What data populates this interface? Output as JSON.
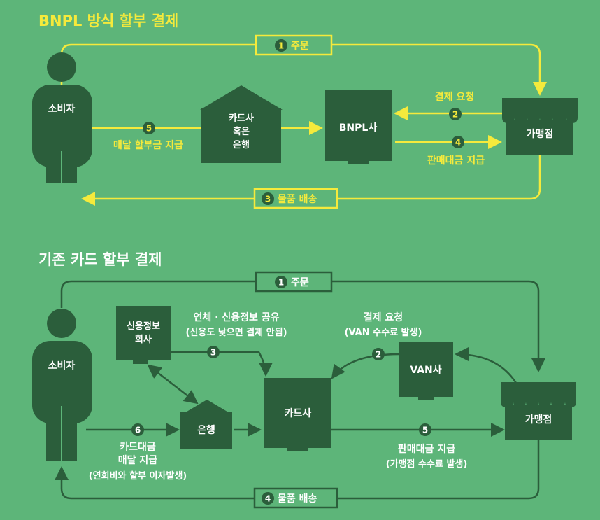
{
  "colors": {
    "background": "#5db579",
    "node_fill": "#2b5e3b",
    "line_bnpl": "#f5ea3c",
    "line_card": "#2b5e3b",
    "title": "#f5ea3c",
    "title2": "#ffffff",
    "label_bnpl": "#f5ea3c",
    "label_card": "#ffffff",
    "node_text": "#ffffff",
    "badge_bnpl_fill": "#2b5e3b",
    "badge_bnpl_text": "#f5ea3c",
    "badge_card_fill": "#2b5e3b",
    "badge_card_text": "#ffffff"
  },
  "bnpl": {
    "title": "BNPL 방식 할부 결제",
    "consumer": "소비자",
    "bank_line1": "카드사",
    "bank_line2": "혹은",
    "bank_line3": "은행",
    "bnpl_company": "BNPL사",
    "merchant": "가맹점",
    "step1_num": "1",
    "step1_label": "주문",
    "step2_num": "2",
    "step2_label": "결제 요청",
    "step3_num": "3",
    "step3_label": "물품 배송",
    "step4_num": "4",
    "step4_label": "판매대금 지급",
    "step5_num": "5",
    "step5_label": "매달 할부금 지급"
  },
  "card": {
    "title": "기존 카드 할부 결제",
    "consumer": "소비자",
    "credit_line1": "신용정보",
    "credit_line2": "회사",
    "bank": "은행",
    "card_company": "카드사",
    "van": "VAN사",
    "merchant": "가맹점",
    "step1_num": "1",
    "step1_label": "주문",
    "step2_num": "2",
    "step2_label": "결제 요청",
    "step2_sub": "(VAN 수수료 발생)",
    "step3_num": "3",
    "step3_label": "연체 · 신용정보 공유",
    "step3_sub": "(신용도 낮으면 결제 안됨)",
    "step4_num": "4",
    "step4_label": "물품 배송",
    "step5_num": "5",
    "step5_label": "판매대금 지급",
    "step5_sub": "(가맹점 수수료 발생)",
    "step6_num": "6",
    "step6_label1": "카드대금",
    "step6_label2": "매달 지급",
    "step6_sub": "(연회비와 할부 이자발생)"
  }
}
